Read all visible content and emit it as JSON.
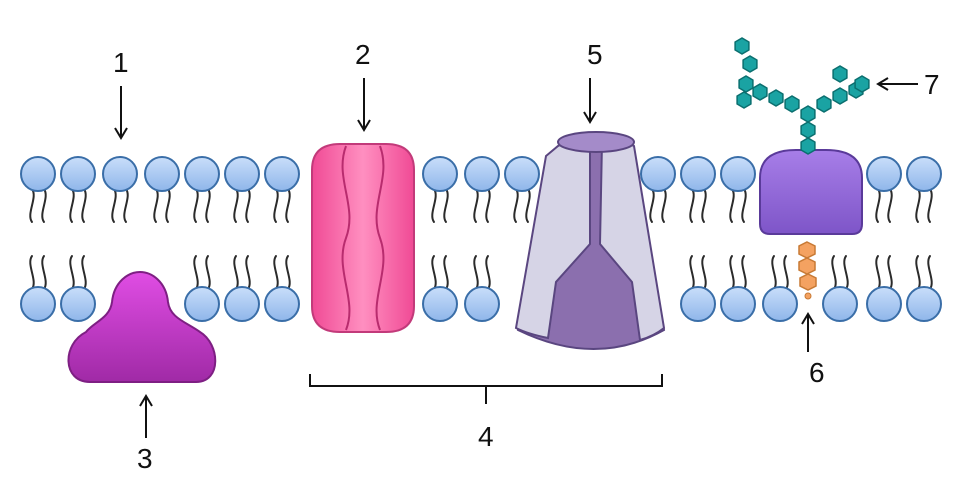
{
  "diagram": {
    "labels": {
      "l1": "1",
      "l2": "2",
      "l3": "3",
      "l4": "4",
      "l5": "5",
      "l6": "6",
      "l7": "7"
    }
  },
  "colors": {
    "phospholipid_head": "#a8c8f0",
    "phospholipid_head_stroke": "#3a6ea8",
    "channel_protein": "#f56aa8",
    "peripheral_protein": "#c13fc4",
    "transport_protein": "#d6d4e6",
    "transport_protein_interior": "#8b6fae",
    "glycoprotein": "#9b6fdc",
    "carbohydrate_chain": "#1aa3a3",
    "cholesterol": "#f4a261"
  }
}
